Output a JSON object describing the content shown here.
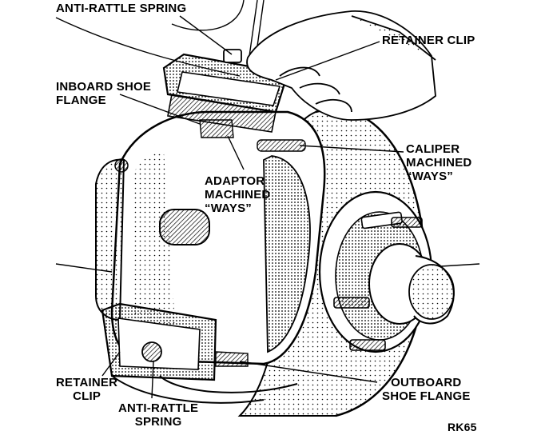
{
  "labels": {
    "anti_rattle_top": "ANTI-RATTLE SPRING",
    "retainer_clip_top": "RETAINER CLIP",
    "inboard_shoe_flange": [
      "INBOARD SHOE",
      "FLANGE"
    ],
    "caliper_ways": [
      "CALIPER",
      "MACHINED",
      "“WAYS”"
    ],
    "adaptor_ways": [
      "ADAPTOR",
      "MACHINED",
      "“WAYS”"
    ],
    "retainer_clip_bottom": [
      "RETAINER",
      "CLIP"
    ],
    "anti_rattle_bottom": [
      "ANTI-RATTLE",
      "SPRING"
    ],
    "outboard_shoe_flange": [
      "OUTBOARD",
      "SHOE FLANGE"
    ],
    "figure_code": "RK65"
  },
  "colors": {
    "ink": "#000000",
    "shade": "#9a9a9a",
    "paper": "#ffffff"
  }
}
